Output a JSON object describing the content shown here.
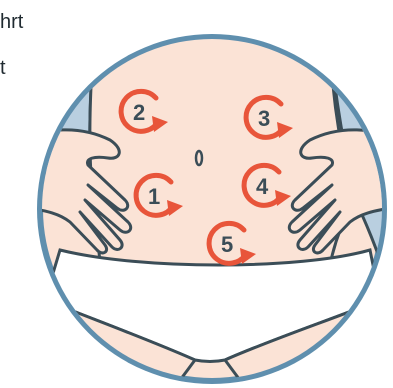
{
  "caption_fragment": {
    "line1": "hrt",
    "line2": "t"
  },
  "steps": [
    {
      "number": "1"
    },
    {
      "number": "2"
    },
    {
      "number": "3"
    },
    {
      "number": "4"
    },
    {
      "number": "5"
    }
  ],
  "icons": {
    "arrow": "circular-arrow-icon",
    "navel": "navel-icon",
    "hand": "hand-icon"
  },
  "colors": {
    "skin": "#fbe3d6",
    "ring": "#5f8fae",
    "side_panel": "#b9cfe0",
    "arrow": "#e8553a",
    "outline": "#3b4d57",
    "underwear": "#ffffff"
  }
}
